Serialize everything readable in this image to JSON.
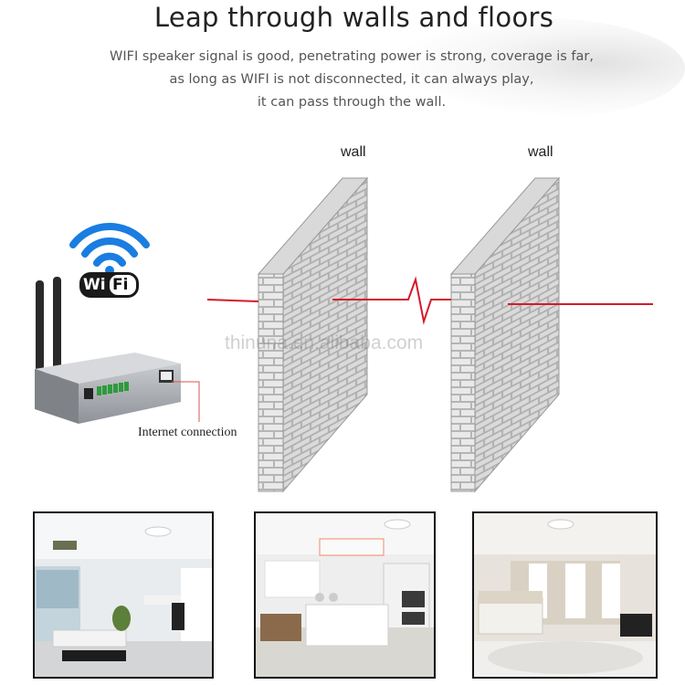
{
  "title": "Leap through walls and floors",
  "description": [
    "WIFI speaker signal is good, penetrating power is strong, coverage is far,",
    "as long as WIFI is not disconnected, it can always play,",
    "it can pass through the wall."
  ],
  "walls": [
    {
      "label": "wall"
    },
    {
      "label": "wall"
    }
  ],
  "wifi_logo_text": "WiFi",
  "internet_label": "Internet connection",
  "watermark": "thinuna.en.alibaba.com",
  "colors": {
    "signal": "#d41a2a",
    "wifi_blue": "#1a7de0",
    "brick": "#c8c8c8"
  },
  "photos": [
    {
      "icon": "living-room-photo"
    },
    {
      "icon": "kitchen-photo"
    },
    {
      "icon": "bedroom-photo"
    }
  ]
}
